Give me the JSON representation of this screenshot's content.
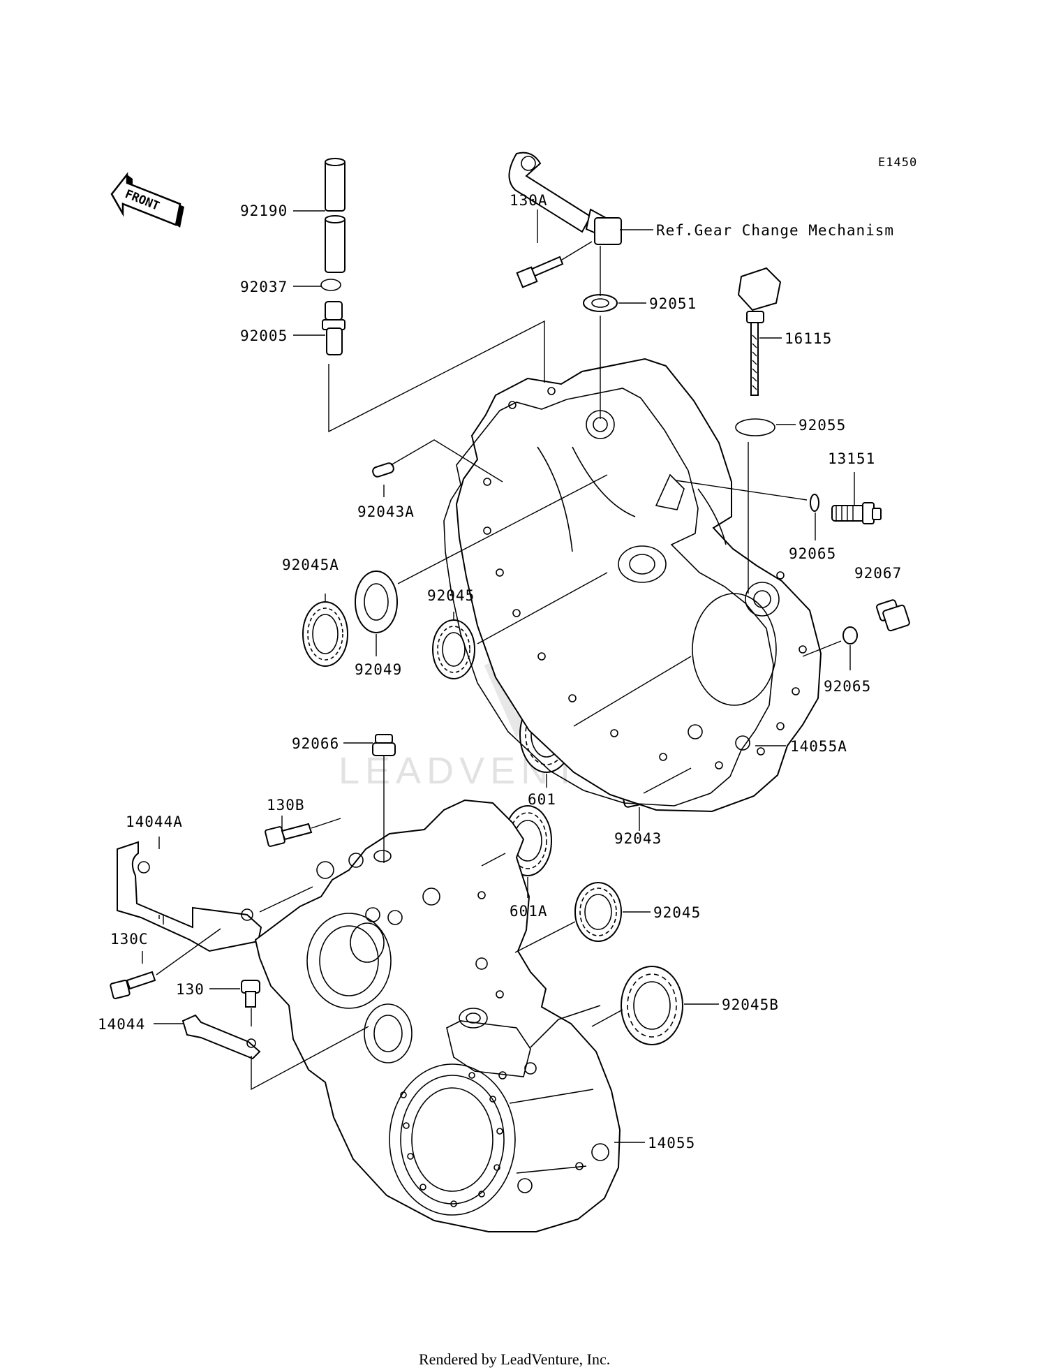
{
  "diagram": {
    "code": "E1450",
    "front_label": "FRONT",
    "ref_note": "Ref.Gear Change Mechanism",
    "watermark": "LEADVENTURE",
    "footer": "Rendered by LeadVenture, Inc.",
    "parts": [
      {
        "id": "92190"
      },
      {
        "id": "92037"
      },
      {
        "id": "92005"
      },
      {
        "id": "130A"
      },
      {
        "id": "92051"
      },
      {
        "id": "16115"
      },
      {
        "id": "92055"
      },
      {
        "id": "13151"
      },
      {
        "id": "92065"
      },
      {
        "id": "92067"
      },
      {
        "id": "92065"
      },
      {
        "id": "92043A"
      },
      {
        "id": "92045A"
      },
      {
        "id": "92049"
      },
      {
        "id": "92045"
      },
      {
        "id": "601"
      },
      {
        "id": "14055A"
      },
      {
        "id": "92043"
      },
      {
        "id": "92066"
      },
      {
        "id": "130B"
      },
      {
        "id": "14044A"
      },
      {
        "id": "601A"
      },
      {
        "id": "92045"
      },
      {
        "id": "130C"
      },
      {
        "id": "130"
      },
      {
        "id": "14044"
      },
      {
        "id": "92045B"
      },
      {
        "id": "14055"
      }
    ]
  }
}
